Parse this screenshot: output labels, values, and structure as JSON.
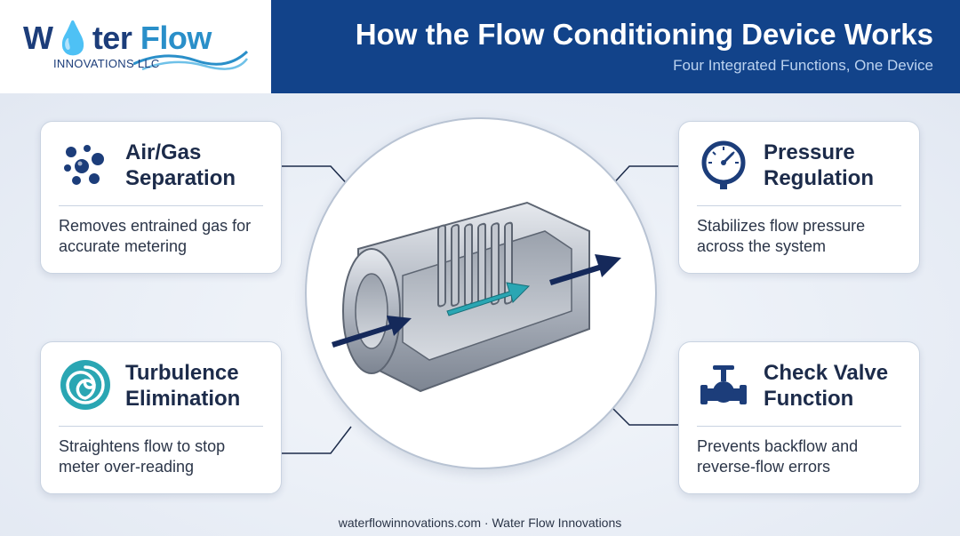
{
  "brand": {
    "name_part1": "W",
    "name_part2": "ter",
    "name_part3": "Flow",
    "subtitle": "INNOVATIONS LLC"
  },
  "header": {
    "title": "How the Flow Conditioning Device Works",
    "subtitle": "Four Integrated Functions, One Device"
  },
  "cards": [
    {
      "title": "Air/Gas Separation",
      "description": "Removes entrained gas for accurate metering",
      "icon": "bubbles-icon"
    },
    {
      "title": "Pressure Regulation",
      "description": "Stabilizes flow pressure across the system",
      "icon": "pressure-gauge-icon"
    },
    {
      "title": "Turbulence Elimination",
      "description": "Straightens flow to stop meter over-reading",
      "icon": "swirl-icon"
    },
    {
      "title": "Check Valve Function",
      "description": "Prevents backflow and reverse-flow errors",
      "icon": "valve-icon"
    }
  ],
  "footer": {
    "text": "waterflowinnovations.com · Water Flow Innovations"
  },
  "colors": {
    "navy": "#12438a",
    "brand_blue": "#2a8fc9",
    "teal": "#2aa6b3",
    "arrow": "#15295a"
  }
}
